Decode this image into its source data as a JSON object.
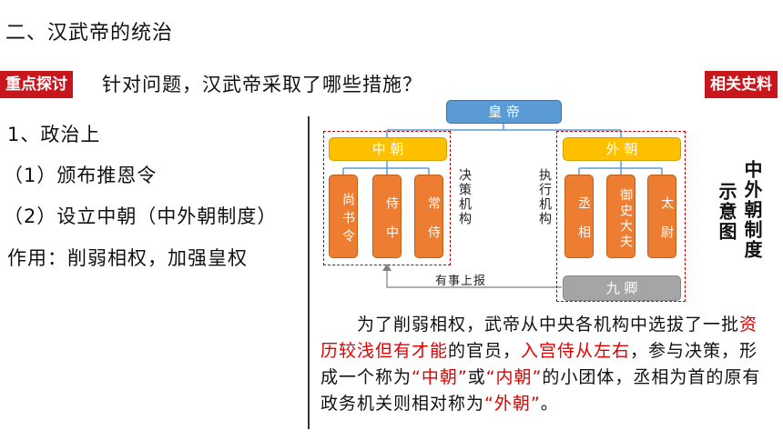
{
  "heading": "二、汉武帝的统治",
  "tag_discuss": "重点探讨",
  "question": "针对问题，汉武帝采取了哪些措施？",
  "tag_materials": "相关史料",
  "left": {
    "line1": "1、政治上",
    "line2": "（1）颁布推恩令",
    "line3": "（2）设立中朝（中外朝制度）",
    "line4": "作用：削弱相权，加强皇权"
  },
  "diagram": {
    "emperor": "皇 帝",
    "inner_court": "中 朝",
    "outer_court": "外 朝",
    "inner_label": "决策机构",
    "outer_label": "执行机构",
    "inner_posts": [
      "尚书令",
      "侍中",
      "常侍"
    ],
    "outer_posts": [
      "丞相",
      "御史大夫",
      "太尉"
    ],
    "nine_ministers": "九 卿",
    "report_label": "有事上报",
    "caption_right": "中外朝制度",
    "caption_left": "示意图"
  },
  "paragraph": {
    "p1": "为了削弱相权，武帝从中央各机构中选拔了一批",
    "p2_red": "资历较浅但有才能",
    "p3": "的官员，",
    "p4_red": "入宫侍从左右",
    "p5": "，参与决策，形成一个称为",
    "p6_red": "“中朝”",
    "p7": "或",
    "p8_red": "“内朝”",
    "p9": "的小团体，丞相为首的原有政务机关则相对称为",
    "p10_red": "“外朝”",
    "p11": "。"
  },
  "colors": {
    "accent_red": "#c8161d",
    "emperor_blue": "#5b9bd5",
    "court_yellow": "#ffc000",
    "post_orange": "#ed7d31",
    "ministers_gray": "#a5a5a5"
  }
}
